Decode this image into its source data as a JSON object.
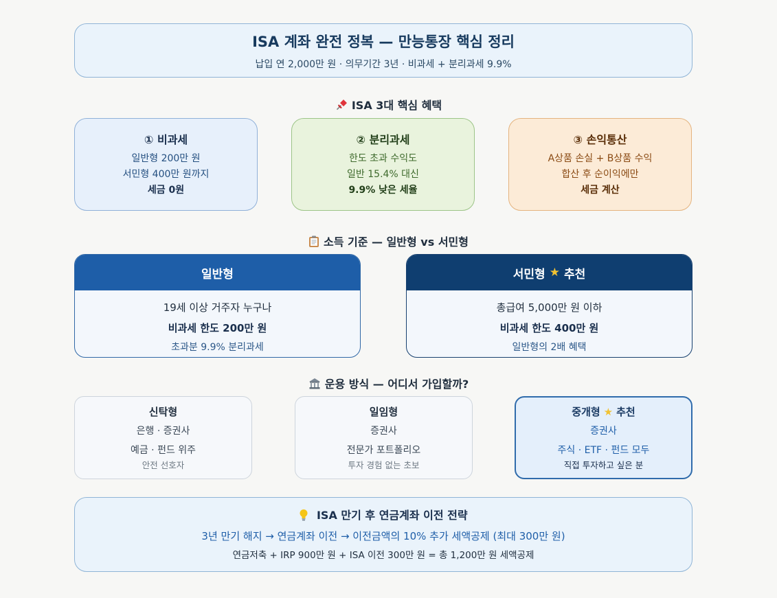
{
  "header": {
    "title": "ISA 계좌 완전 정복 — 만능통장 핵심 정리",
    "subtitle": "납입 연 2,000만 원 · 의무기간 3년 · 비과세 + 분리과세 9.9%"
  },
  "benefits_section": {
    "icon": "pin-icon",
    "title": "ISA 3대 핵심 혜택",
    "cards": [
      {
        "title": "① 비과세",
        "line1": "일반형 200만 원",
        "line2": "서민형 400만 원까지",
        "strong": "세금 0원",
        "color": "#e7f0fb"
      },
      {
        "title": "② 분리과세",
        "line1": "한도 초과 수익도",
        "line2": "일반 15.4% 대신",
        "strong": "9.9% 낮은 세율",
        "color": "#e9f3dd"
      },
      {
        "title": "③ 손익통산",
        "line1": "A상품 손실 + B상품 수익",
        "line2": "합산 후 순이익에만",
        "strong": "세금 계산",
        "color": "#fcebd7"
      }
    ]
  },
  "income_section": {
    "icon": "clipboard-icon",
    "title": "소득 기준 — 일반형 vs 서민형",
    "types": [
      {
        "title": "일반형",
        "recommend": "",
        "line1": "19세 이상 거주자 누구나",
        "strong": "비과세 한도 200만 원",
        "line3": "초과분 9.9% 분리과세",
        "color": "#1e5ea8"
      },
      {
        "title": "서민형",
        "recommend": "추천",
        "line1": "총급여 5,000만 원 이하",
        "strong": "비과세 한도 400만 원",
        "line3": "일반형의 2배 혜택",
        "color": "#0f3e70"
      }
    ]
  },
  "operation_section": {
    "icon": "bank-icon",
    "title": "운용 방식 — 어디서 가입할까?",
    "types": [
      {
        "title": "신탁형",
        "recommend": "",
        "line1": "은행 · 증권사",
        "line2": "예금 · 펀드 위주",
        "line3": "안전 선호자"
      },
      {
        "title": "일임형",
        "recommend": "",
        "line1": "증권사",
        "line2": "전문가 포트폴리오",
        "line3": "투자 경험 없는 초보"
      },
      {
        "title": "중개형",
        "recommend": "추천",
        "line1": "증권사",
        "line2": "주식 · ETF · 펀드 모두",
        "line3": "직접 투자하고 싶은 분"
      }
    ]
  },
  "footer": {
    "icon": "lightbulb-icon",
    "title": "ISA 만기 후 연금계좌 이전 전략",
    "line1": "3년 만기 해지 → 연금계좌 이전 → 이전금액의 10% 추가 세액공제 (최대 300만 원)",
    "line2": "연금저축 + IRP 900만 원 + ISA 이전 300만 원 = 총 1,200만 원 세액공제"
  }
}
